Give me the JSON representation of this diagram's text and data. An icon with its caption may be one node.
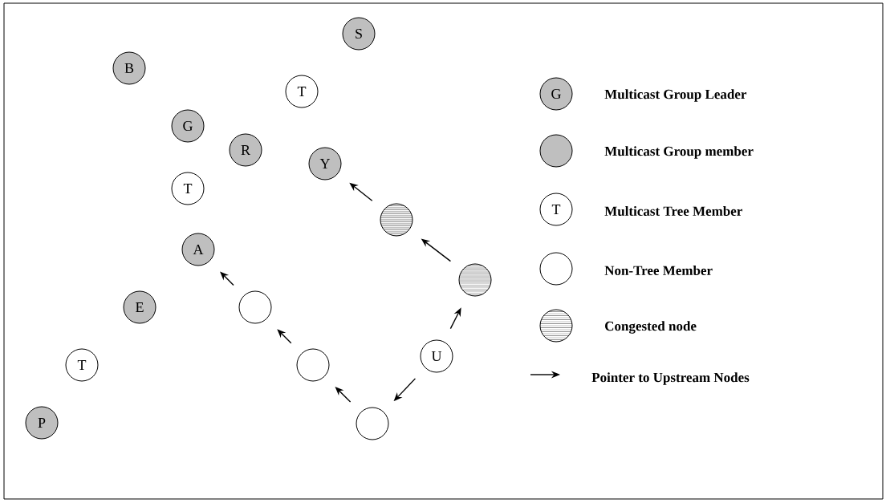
{
  "diagram": {
    "nodes": [
      {
        "text": [
          "S"
        ]
      },
      {
        "text": [
          "B"
        ]
      },
      {
        "text": [
          "T"
        ]
      },
      {
        "text": [
          "G"
        ]
      },
      {
        "text": [
          "R"
        ]
      },
      {
        "text": [
          "Y"
        ]
      },
      {
        "text": [
          "T"
        ]
      },
      {
        "text": [],
        "shape": "circle"
      },
      {
        "text": [
          "A"
        ]
      },
      {
        "text": [],
        "shape": "circle"
      },
      {
        "text": [],
        "shape": "circle"
      },
      {
        "text": [
          "E"
        ]
      },
      {
        "text": [
          "U"
        ]
      },
      {
        "text": [],
        "shape": "circle"
      },
      {
        "text": [
          "T"
        ]
      },
      {
        "text": [
          "P"
        ]
      },
      {
        "text": [],
        "shape": "circle"
      }
    ],
    "edges": [
      {
        "from": 7,
        "to": 5,
        "arrow": "to"
      },
      {
        "from": 9,
        "to": 7,
        "arrow": "to"
      },
      {
        "from": 12,
        "to": 9,
        "arrow": "to"
      },
      {
        "from": 12,
        "to": 16,
        "arrow": "to"
      },
      {
        "from": 16,
        "to": 13,
        "arrow": "to"
      },
      {
        "from": 13,
        "to": 10,
        "arrow": "to"
      },
      {
        "from": 10,
        "to": 8,
        "arrow": "to"
      }
    ],
    "labels": [
      "G",
      "T"
    ],
    "legend": [
      {
        "text": "Multicast Group Leader"
      },
      {
        "text": "Multicast Group member"
      },
      {
        "text": "Multicast Tree Member"
      },
      {
        "text": "Non-Tree Member"
      },
      {
        "text": "Congested node"
      },
      {
        "text": "Pointer to Upstream Nodes"
      }
    ]
  }
}
